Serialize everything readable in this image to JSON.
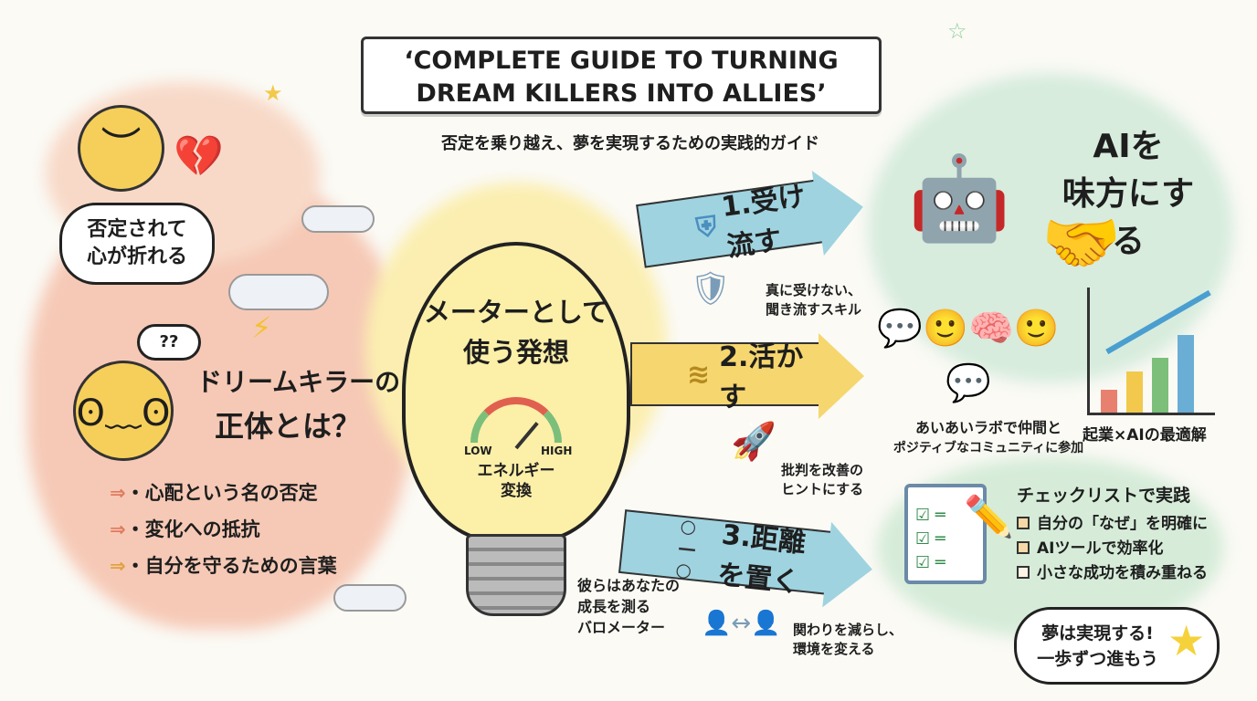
{
  "title": {
    "line1": "‘COMPLETE GUIDE TO TURNING",
    "line2": "DREAM KILLERS INTO ALLIES’"
  },
  "subtitle": "否定を乗り越え、夢を実現するための実践的ガイド",
  "left": {
    "bubble1": [
      "否定されて",
      "心が折れる"
    ],
    "question_marks": "??",
    "heading": [
      "ドリームキラーの",
      "正体とは？"
    ],
    "items": [
      "・心配という名の否定",
      "・変化への抵抗",
      "・自分を守るための言葉"
    ]
  },
  "bulb": {
    "heading": [
      "メーターとして",
      "使う発想"
    ],
    "gauge_low": "LOW",
    "gauge_high": "HIGH",
    "caption": [
      "エネルギー",
      "変換"
    ],
    "gauge_level": 0.7
  },
  "steps": [
    {
      "label": "1.受け流す",
      "desc": [
        "真に受けない、",
        "聞き流すスキル"
      ],
      "color": "#9fd3e0"
    },
    {
      "label": "2.活かす",
      "desc": [
        "批判を改善の",
        "ヒントにする"
      ],
      "color": "#f6d66e"
    },
    {
      "label": "3.距離を置く",
      "desc": [
        "関わりを減らし、",
        "環境を変える"
      ],
      "color": "#9fd3e0"
    }
  ],
  "barometer": [
    "彼らはあなたの",
    "成長を測る",
    "バロメーター"
  ],
  "right": {
    "ai_heading": [
      "AIを",
      "味方にする"
    ],
    "community": [
      "あいあいラボで仲間と",
      "ポジティブなコミュニティに参加"
    ],
    "startup": "起業×AIの最適解",
    "checklist": {
      "title": "チェックリストで実践",
      "items": [
        "自分の「なぜ」を明確に",
        "AIツールで効率化",
        "小さな成功を積み重ねる"
      ]
    },
    "closing": [
      "夢は実現する!",
      "一歩ずつ進もう"
    ]
  }
}
